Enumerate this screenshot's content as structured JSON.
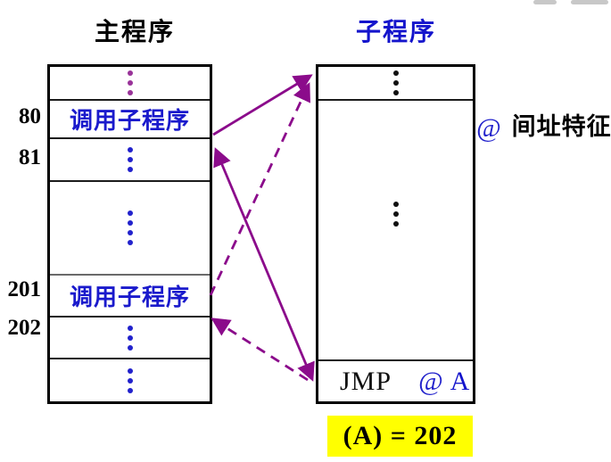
{
  "titles": {
    "main_program": "主程序",
    "subroutine": "子程序"
  },
  "main_program": {
    "call_label": "调用子程序",
    "addresses": {
      "a80": "80",
      "a81": "81",
      "a201": "201",
      "a202": "202"
    }
  },
  "subroutine": {
    "jmp": "JMP",
    "at": "@",
    "operand": "A"
  },
  "annotations": {
    "at_symbol": "@",
    "indirect_label": "间址特征",
    "result": "(A) = 202"
  },
  "colors": {
    "arrow_purple": "#8B0B8B",
    "text_blue": "#1414CC",
    "dot_purple": "#993399",
    "dot_blue": "#2222CC",
    "highlight_yellow": "#FFFF00"
  }
}
